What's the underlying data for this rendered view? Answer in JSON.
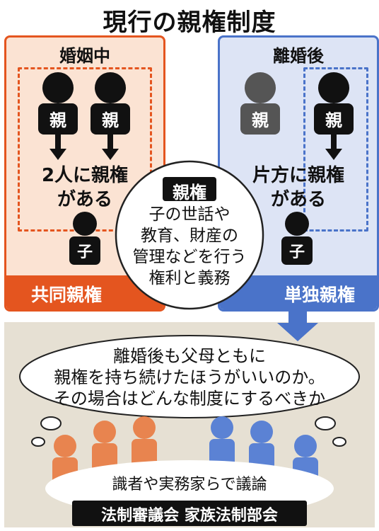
{
  "title": "現行の親権制度",
  "colors": {
    "orange": "#e4551f",
    "orange_light": "#fbe3d3",
    "blue": "#4a73c9",
    "blue_light": "#dde4f5",
    "beige": "#e6e0d3",
    "figure_black": "#111111",
    "figure_gray": "#555555",
    "figure_orange": "#e8844f",
    "figure_blue": "#5b82d4"
  },
  "left_panel": {
    "header": "婚姻中",
    "parent_label_1": "親",
    "parent_label_2": "親",
    "statement_line1": "2人に親権",
    "statement_line2": "がある",
    "child_label": "子",
    "footer": "共同親権"
  },
  "right_panel": {
    "header": "離婚後",
    "parent_label_1": "親",
    "parent_label_2": "親",
    "statement_line1": "片方に親権",
    "statement_line2": "がある",
    "child_label": "子",
    "footer": "単独親権"
  },
  "center_circle": {
    "badge": "親権",
    "line1": "子の世話や",
    "line2": "教育、財産の",
    "line3": "管理などを行う",
    "line4": "権利と義務"
  },
  "bottom": {
    "thought_line1": "離婚後も父母ともに",
    "thought_line2": "親権を持ち続けたほうがいいのか。",
    "thought_line3": "その場合はどんな制度にするべきか",
    "discussion": "識者や実務家らで議論",
    "council": "法制審議会 家族法制部会"
  }
}
